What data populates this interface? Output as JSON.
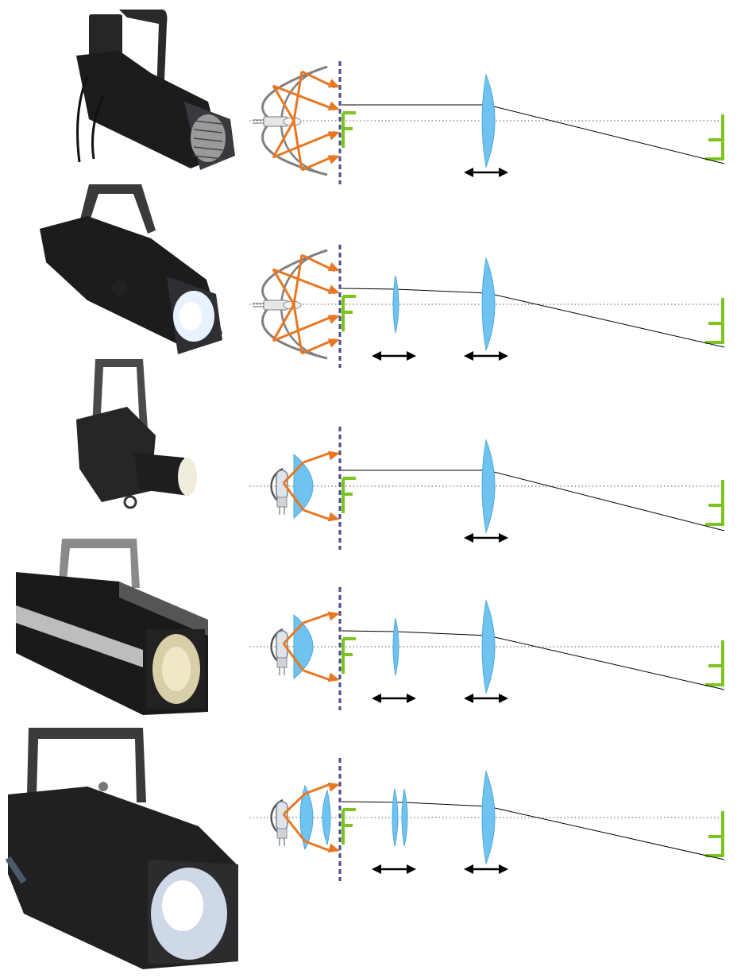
{
  "colors": {
    "reflector": "#808080",
    "lens": "#6ec3f0",
    "lens_stroke": "#4fa8d8",
    "ray_orange": "#e87722",
    "gobo_green": "#7cc420",
    "shutter_purple": "#4b4a8a",
    "axis": "#555555",
    "beam": "#000000",
    "fixture_body": "#1c1c1e",
    "fixture_silver": "#c8c8c8",
    "lamp_glow": "#e8f2ff"
  },
  "icons": [
    "ellipsoidal-spotlight-photo",
    "lamp-icon",
    "reflector-icon",
    "lens-icon",
    "gobo-icon",
    "double-arrow-icon"
  ],
  "rows": [
    {
      "id": "row-1",
      "lamp": "halogen",
      "reflector": "ellipsoidal",
      "condensers": [],
      "objectives": [
        {
          "kind": "single"
        }
      ],
      "zoom_lenses": 0,
      "arrows": 1,
      "fixture": "source-four"
    },
    {
      "id": "row-2",
      "lamp": "halogen",
      "reflector": "ellipsoidal",
      "condensers": [],
      "objectives": [
        {
          "kind": "single"
        }
      ],
      "zoom_lenses": 1,
      "arrows": 2,
      "fixture": "source-four-zoom"
    },
    {
      "id": "row-3",
      "lamp": "capsule",
      "reflector": "spherical",
      "condensers": [
        "single"
      ],
      "objectives": [
        {
          "kind": "single"
        }
      ],
      "zoom_lenses": 0,
      "arrows": 1,
      "fixture": "mini-profile"
    },
    {
      "id": "row-4",
      "lamp": "capsule",
      "reflector": "spherical",
      "condensers": [
        "single"
      ],
      "objectives": [
        {
          "kind": "single"
        }
      ],
      "zoom_lenses": 1,
      "arrows": 2,
      "fixture": "box-profile"
    },
    {
      "id": "row-5",
      "lamp": "capsule",
      "reflector": "spherical",
      "condensers": [
        "double"
      ],
      "objectives": [
        {
          "kind": "single"
        }
      ],
      "zoom_lenses": 2,
      "arrows": 2,
      "fixture": "large-profile"
    }
  ]
}
